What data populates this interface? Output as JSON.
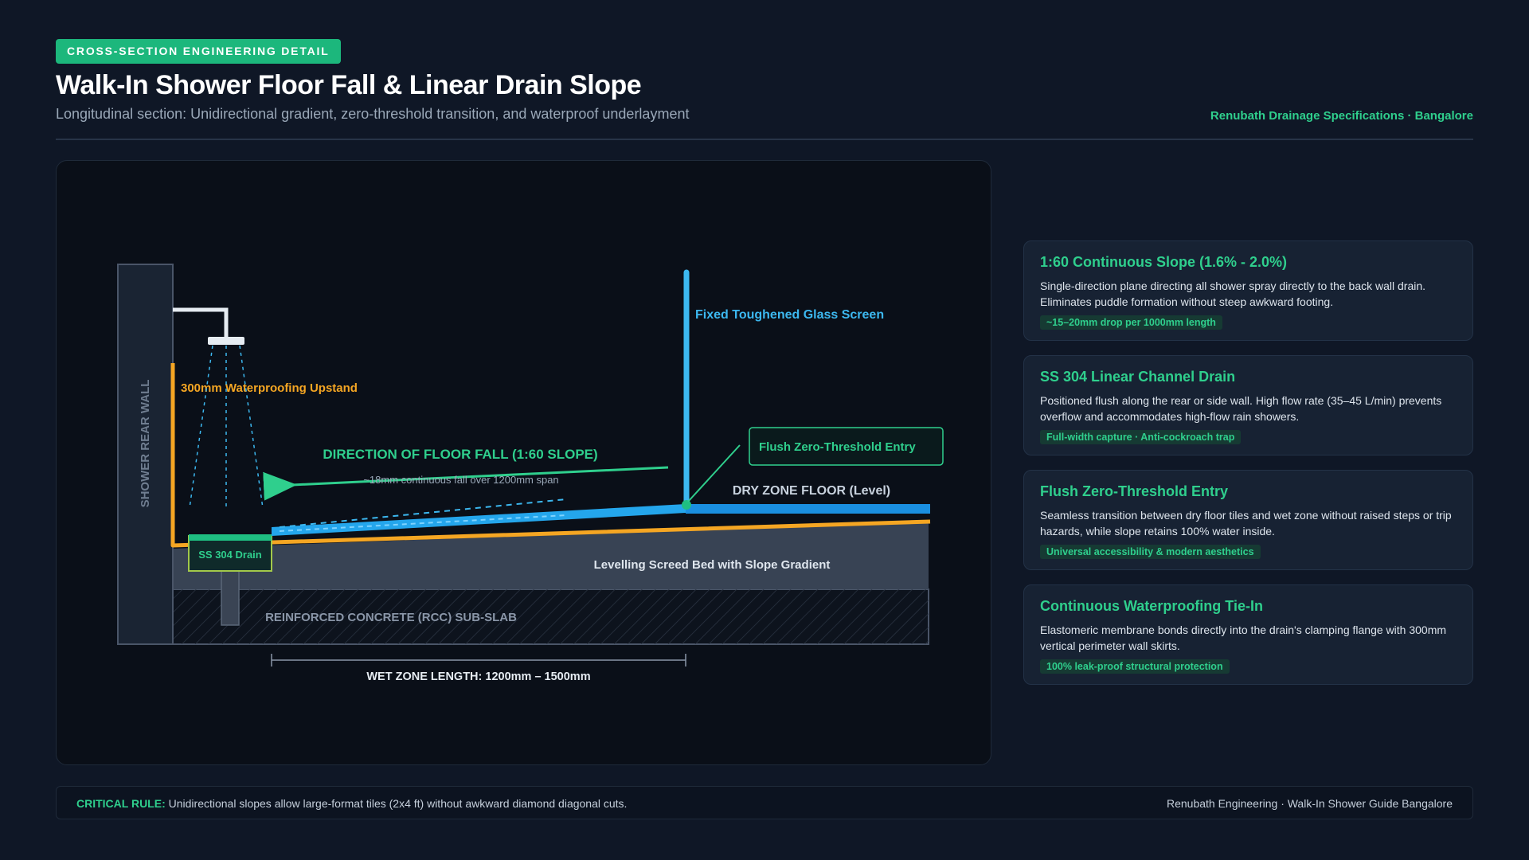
{
  "header": {
    "badge": "CROSS-SECTION ENGINEERING DETAIL",
    "title": "Walk-In Shower Floor Fall & Linear Drain Slope",
    "subtitle": "Longitudinal section: Unidirectional gradient, zero-threshold transition, and waterproof underlayment",
    "brand": "Renubath Drainage Specifications · Bangalore"
  },
  "diagram": {
    "wall_label": "SHOWER REAR WALL",
    "upstand_label": "300mm Waterproofing Upstand",
    "glass_label": "Fixed Toughened Glass Screen",
    "entry_label": "Flush Zero-Threshold Entry",
    "fall_label": "DIRECTION OF FLOOR FALL (1:60 SLOPE)",
    "fall_sublabel": "~18mm continuous fall over 1200mm span",
    "dry_zone_label": "DRY ZONE FLOOR (Level)",
    "drain_label": "SS 304 Drain",
    "screed_label": "Levelling Screed Bed with Slope Gradient",
    "slab_label": "REINFORCED CONCRETE (RCC) SUB-SLAB",
    "dimension_label": "WET ZONE LENGTH: 1200mm – 1500mm"
  },
  "cards": [
    {
      "title": "1:60 Continuous Slope (1.6% - 2.0%)",
      "body": "Single-direction plane directing all shower spray directly to the back wall drain. Eliminates puddle formation without steep awkward footing.",
      "tag": "~15–20mm drop per 1000mm length"
    },
    {
      "title": "SS 304 Linear Channel Drain",
      "body": "Positioned flush along the rear or side wall. High flow rate (35–45 L/min) prevents overflow and accommodates high-flow rain showers.",
      "tag": "Full-width capture · Anti-cockroach trap"
    },
    {
      "title": "Flush Zero-Threshold Entry",
      "body": "Seamless transition between dry floor tiles and wet zone without raised steps or trip hazards, while slope retains 100% water inside.",
      "tag": "Universal accessibility & modern aesthetics"
    },
    {
      "title": "Continuous Waterproofing Tie-In",
      "body": "Elastomeric membrane bonds directly into the drain's clamping flange with 300mm vertical perimeter wall skirts.",
      "tag": "100% leak-proof structural protection"
    }
  ],
  "footer": {
    "rule_prefix": "CRITICAL RULE:",
    "rule_text": " Unidirectional slopes allow large-format tiles (2x4 ft) without awkward diamond diagonal cuts.",
    "credit": "Renubath Engineering · Walk-In Shower Guide Bangalore"
  },
  "colors": {
    "accent_green": "#2fcf8d",
    "membrane_orange": "#f5a623",
    "tile_blue": "#1e9be8",
    "glass_blue": "#3cb8f0",
    "screed_gray": "#3a4556",
    "background": "#0f1726"
  }
}
